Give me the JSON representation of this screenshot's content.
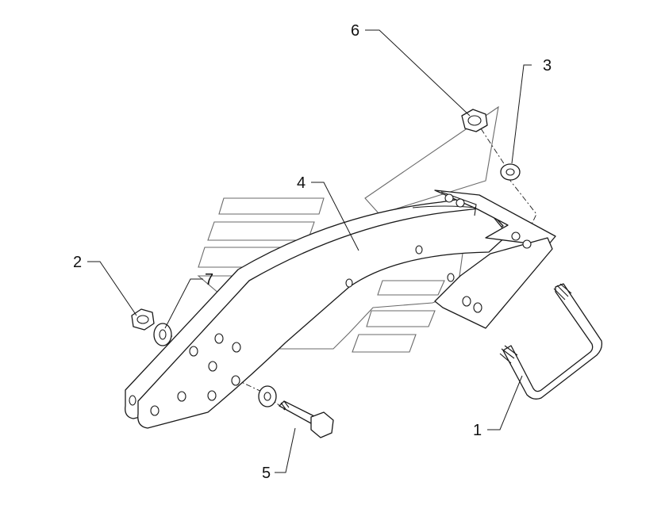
{
  "callouts": [
    {
      "id": "1",
      "label": "1",
      "part": "u-bolt"
    },
    {
      "id": "2",
      "label": "2",
      "part": "nut"
    },
    {
      "id": "3",
      "label": "3",
      "part": "washer"
    },
    {
      "id": "4",
      "label": "4",
      "part": "arm-bracket"
    },
    {
      "id": "5",
      "label": "5",
      "part": "bolt"
    },
    {
      "id": "6",
      "label": "6",
      "part": "nut"
    },
    {
      "id": "7",
      "label": "7",
      "part": "washer"
    }
  ],
  "colors": {
    "line": "#1a1a1a",
    "watermark": "#6a6a6a",
    "background": "#ffffff"
  }
}
